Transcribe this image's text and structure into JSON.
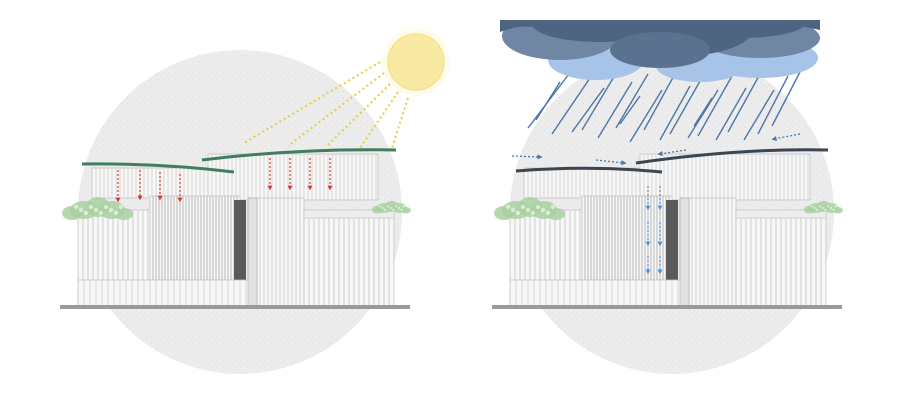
{
  "diagram": {
    "panels": [
      {
        "id": "sun",
        "theme": "solar shading",
        "elements": [
          "sun",
          "sun-rays",
          "heat-arrows",
          "green-roof",
          "shrubs",
          "house-facade"
        ]
      },
      {
        "id": "rain",
        "theme": "rain water collection",
        "elements": [
          "storm-cloud",
          "rain-streaks",
          "airflow-arrows",
          "roof",
          "water-drain-arrows",
          "shrubs",
          "house-facade"
        ]
      }
    ]
  },
  "colors": {
    "background": "#ffffff",
    "circle": "#ececec",
    "sun_fill": "#f8eaa2",
    "sun_glow": "#fdf6d2",
    "sun_ray": "#e8cc3c",
    "heat_arrow": "#d9322e",
    "roof_green": "#3f7e5e",
    "roof_dark": "#3c4650",
    "cloud_dark": "#4f6480",
    "cloud_mid": "#6f86a4",
    "cloud_light": "#a7c3e8",
    "rain": "#4d76a8",
    "air_arrow": "#4d76a8",
    "drain_arrow": "#4a8fd6",
    "shrub": "#aad0a0",
    "facade_line": "#b8b8b8",
    "dark_slot": "#5a5a5a",
    "ground": "#9a9a9a"
  }
}
